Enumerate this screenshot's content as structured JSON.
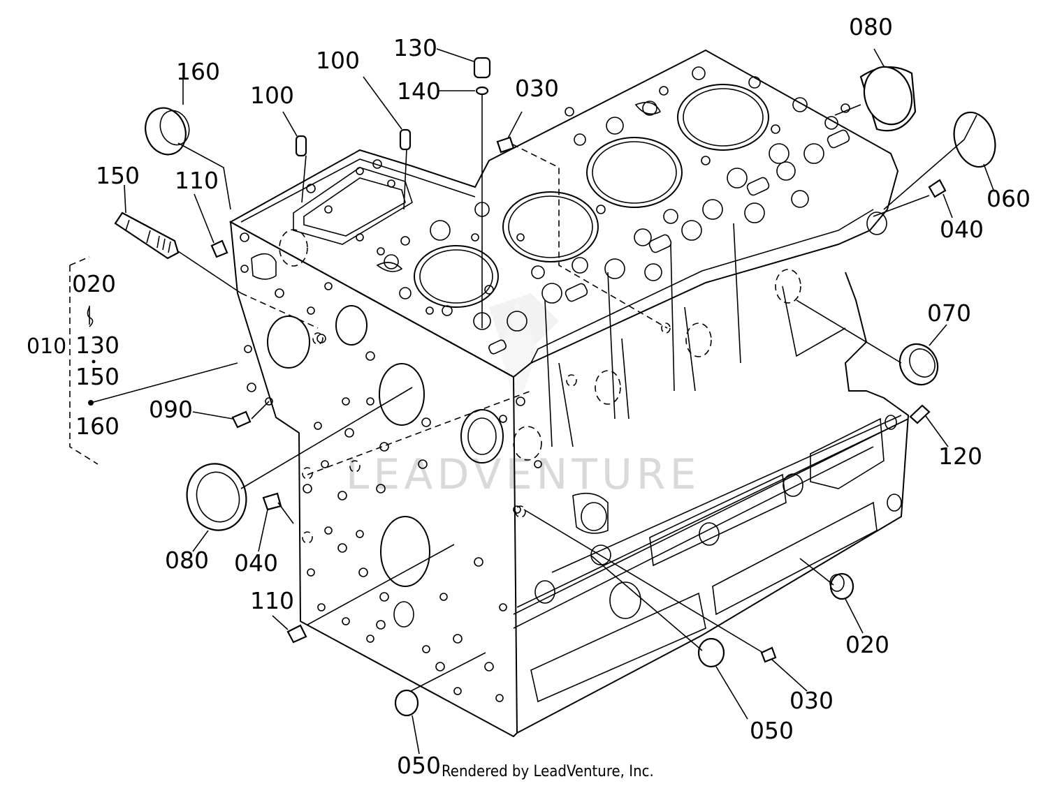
{
  "watermark": "LEADVENTURE",
  "credit": "Rendered by LeadVenture, Inc.",
  "callouts": [
    {
      "id": "160_a",
      "text": "160"
    },
    {
      "id": "100_a",
      "text": "100"
    },
    {
      "id": "100_b",
      "text": "100"
    },
    {
      "id": "130",
      "text": "130"
    },
    {
      "id": "140",
      "text": "140"
    },
    {
      "id": "030_a",
      "text": "030"
    },
    {
      "id": "080_a",
      "text": "080"
    },
    {
      "id": "060",
      "text": "060"
    },
    {
      "id": "040_a",
      "text": "040"
    },
    {
      "id": "150",
      "text": "150"
    },
    {
      "id": "110_a",
      "text": "110"
    },
    {
      "id": "070",
      "text": "070"
    },
    {
      "id": "090",
      "text": "090"
    },
    {
      "id": "120",
      "text": "120"
    },
    {
      "id": "080_b",
      "text": "080"
    },
    {
      "id": "040_b",
      "text": "040"
    },
    {
      "id": "110_b",
      "text": "110"
    },
    {
      "id": "020",
      "text": "020"
    },
    {
      "id": "030_b",
      "text": "030"
    },
    {
      "id": "050_a",
      "text": "050"
    },
    {
      "id": "050_b",
      "text": "050"
    }
  ],
  "assembly_group": {
    "parent": "010",
    "members": [
      "020",
      "130",
      "150",
      "160"
    ]
  }
}
